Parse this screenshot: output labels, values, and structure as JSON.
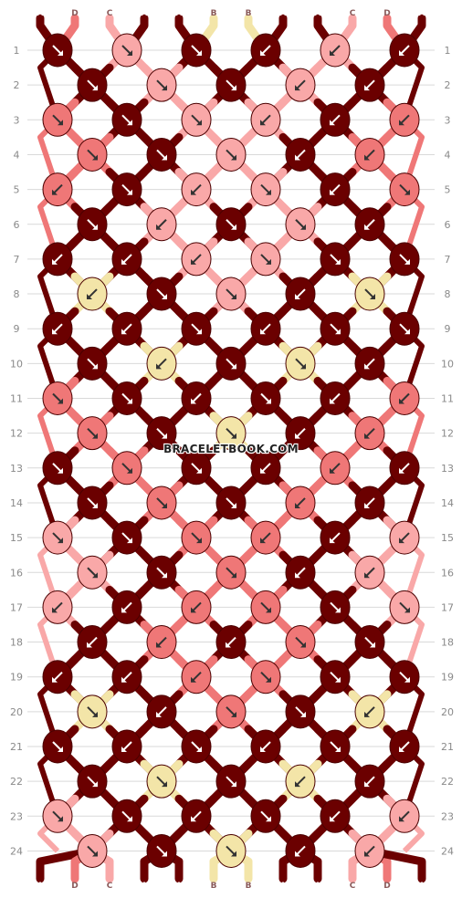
{
  "colors": {
    "A": "#6b0000",
    "C": "#f9a8a8",
    "D": "#ef7777",
    "B": "#f3e5a8"
  },
  "strands_top": [
    "A",
    "D",
    "C",
    "A",
    "A",
    "B",
    "B",
    "A",
    "A",
    "C",
    "D",
    "A"
  ],
  "strands_bottom": [
    "A",
    "D",
    "C",
    "A",
    "A",
    "B",
    "B",
    "A",
    "A",
    "C",
    "D",
    "A"
  ],
  "row_numbers": [
    "1",
    "2",
    "3",
    "4",
    "5",
    "6",
    "7",
    "8",
    "9",
    "10",
    "11",
    "12",
    "13",
    "14",
    "15",
    "16",
    "17",
    "18",
    "19",
    "20",
    "21",
    "22",
    "23",
    "24"
  ],
  "watermark": "BRACELETBOOK.COM",
  "knot_rows": [
    [
      "A",
      "C",
      "A",
      "A",
      "C",
      "A"
    ],
    [
      "A",
      "C",
      "A",
      "C",
      "A"
    ],
    [
      "D",
      "A",
      "C",
      "C",
      "A",
      "D"
    ],
    [
      "D",
      "A",
      "C",
      "A",
      "D"
    ],
    [
      "D",
      "A",
      "C",
      "C",
      "A",
      "D"
    ],
    [
      "A",
      "C",
      "A",
      "C",
      "A"
    ],
    [
      "A",
      "A",
      "C",
      "C",
      "A",
      "A"
    ],
    [
      "B",
      "A",
      "C",
      "A",
      "B"
    ],
    [
      "A",
      "A",
      "A",
      "A",
      "A",
      "A"
    ],
    [
      "A",
      "B",
      "A",
      "B",
      "A"
    ],
    [
      "D",
      "A",
      "A",
      "A",
      "A",
      "D"
    ],
    [
      "D",
      "A",
      "B",
      "A",
      "D"
    ],
    [
      "A",
      "D",
      "A",
      "A",
      "D",
      "A"
    ],
    [
      "A",
      "D",
      "A",
      "D",
      "A"
    ],
    [
      "C",
      "A",
      "D",
      "D",
      "A",
      "C"
    ],
    [
      "C",
      "A",
      "D",
      "A",
      "C"
    ],
    [
      "C",
      "A",
      "D",
      "D",
      "A",
      "C"
    ],
    [
      "A",
      "D",
      "A",
      "D",
      "A"
    ],
    [
      "A",
      "A",
      "D",
      "D",
      "A",
      "A"
    ],
    [
      "B",
      "A",
      "D",
      "A",
      "B"
    ],
    [
      "A",
      "A",
      "A",
      "A",
      "A",
      "A"
    ],
    [
      "A",
      "B",
      "A",
      "B",
      "A"
    ],
    [
      "C",
      "A",
      "A",
      "A",
      "A",
      "C"
    ],
    [
      "C",
      "A",
      "B",
      "A",
      "C"
    ]
  ],
  "knot_arrows": [
    [
      "se",
      "se",
      "se",
      "sw",
      "sw",
      "sw"
    ],
    [
      "se",
      "se",
      "se",
      "sw",
      "sw"
    ],
    [
      "se",
      "se",
      "se",
      "sw",
      "sw",
      "sw"
    ],
    [
      "se",
      "se",
      "se",
      "sw",
      "sw"
    ],
    [
      "sw",
      "se",
      "sw",
      "se",
      "sw",
      "se"
    ],
    [
      "se",
      "sw",
      "se",
      "se",
      "sw"
    ],
    [
      "sw",
      "sw",
      "sw",
      "se",
      "se",
      "se"
    ],
    [
      "sw",
      "se",
      "se",
      "sw",
      "se"
    ],
    [
      "sw",
      "sw",
      "se",
      "sw",
      "se",
      "se"
    ],
    [
      "se",
      "sw",
      "se",
      "se",
      "sw"
    ],
    [
      "se",
      "se",
      "sw",
      "se",
      "sw",
      "sw"
    ],
    [
      "se",
      "se",
      "se",
      "sw",
      "sw"
    ],
    [
      "se",
      "se",
      "se",
      "sw",
      "sw",
      "sw"
    ],
    [
      "se",
      "se",
      "se",
      "sw",
      "sw"
    ],
    [
      "se",
      "se",
      "se",
      "sw",
      "sw",
      "sw"
    ],
    [
      "se",
      "se",
      "se",
      "sw",
      "sw"
    ],
    [
      "sw",
      "sw",
      "sw",
      "se",
      "se",
      "se"
    ],
    [
      "sw",
      "sw",
      "sw",
      "se",
      "se"
    ],
    [
      "sw",
      "sw",
      "sw",
      "se",
      "se",
      "se"
    ],
    [
      "se",
      "sw",
      "se",
      "se",
      "sw"
    ],
    [
      "se",
      "sw",
      "se",
      "sw",
      "se",
      "sw"
    ],
    [
      "se",
      "se",
      "se",
      "sw",
      "sw"
    ],
    [
      "se",
      "se",
      "sw",
      "se",
      "sw",
      "sw"
    ],
    [
      "se",
      "se",
      "se",
      "sw",
      "sw"
    ]
  ]
}
